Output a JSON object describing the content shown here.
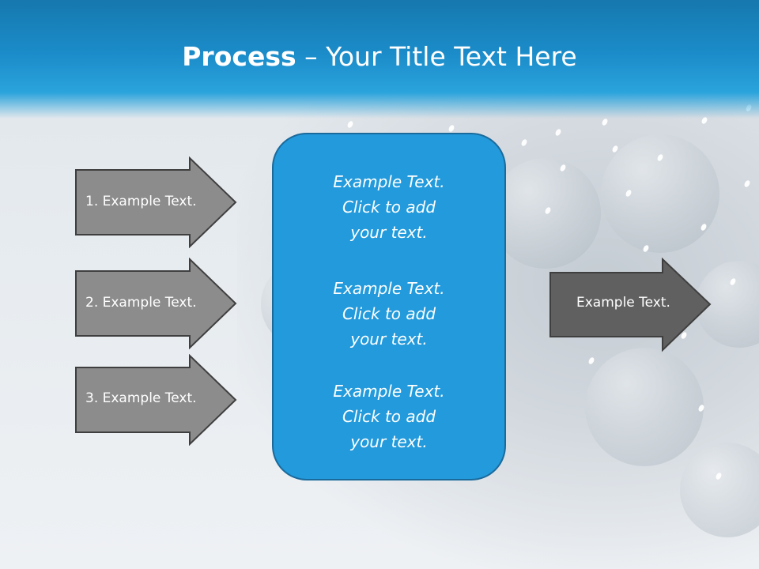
{
  "title": {
    "bold": "Process",
    "rest": " – Your Title Text Here"
  },
  "inputs": [
    {
      "label": "1. Example Text."
    },
    {
      "label": "2. Example Text."
    },
    {
      "label": "3. Example Text."
    }
  ],
  "center_blocks": [
    {
      "lines": [
        "Example Text.",
        "Click  to add",
        "your text."
      ]
    },
    {
      "lines": [
        "Example Text.",
        "Click  to add",
        "your text."
      ]
    },
    {
      "lines": [
        "Example Text.",
        "Click  to add",
        "your text."
      ]
    }
  ],
  "output": {
    "label": "Example Text."
  },
  "colors": {
    "title_band": "#1b8cc9",
    "center_box": "#229adb",
    "input_arrow": "#8c8c8c",
    "output_arrow": "#606060",
    "arrow_border": "#3f3f3f"
  }
}
